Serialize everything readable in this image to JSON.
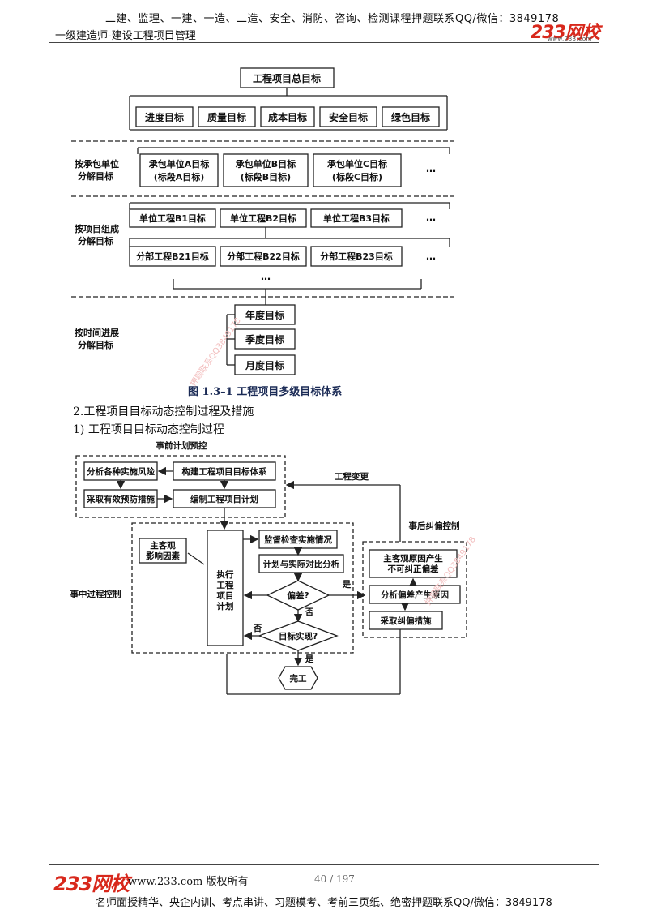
{
  "header": {
    "promo": "二建、监理、一建、一造、二造、安全、消防、咨询、检测课程押题联系QQ/微信：3849178",
    "subtitle": "一级建造师-建设工程项目管理",
    "logo": "233网校",
    "logo_url": "www.233.com"
  },
  "figure1": {
    "top": "工程项目总目标",
    "row1": [
      "进度目标",
      "质量目标",
      "成本目标",
      "安全目标",
      "绿色目标"
    ],
    "side1": [
      "按承包单位",
      "分解目标"
    ],
    "row2": [
      [
        "承包单位A目标",
        "(标段A目标)"
      ],
      [
        "承包单位B目标",
        "(标段B目标)"
      ],
      [
        "承包单位C目标",
        "(标段C目标)"
      ]
    ],
    "side2": [
      "按项目组成",
      "分解目标"
    ],
    "row3": [
      "单位工程B1目标",
      "单位工程B2目标",
      "单位工程B3目标"
    ],
    "row4": [
      "分部工程B21目标",
      "分部工程B22目标",
      "分部工程B23目标"
    ],
    "side3": [
      "按时间进展",
      "分解目标"
    ],
    "row5": [
      "年度目标",
      "季度目标",
      "月度目标"
    ],
    "ellipsis": "…",
    "caption": "图 1.3–1   工程项目多级目标体系"
  },
  "section": {
    "heading": "2.工程项目目标动态控制过程及措施",
    "subheading": "1) 工程项目目标动态控制过程"
  },
  "figure2": {
    "group_pre": "事前计划预控",
    "analyze_risk": "分析各种实施风险",
    "build_system": "构建工程项目目标体系",
    "prevent": "采取有效预防措施",
    "make_plan": "编制工程项目计划",
    "change": "工程变更",
    "group_post": "事后纠偏控制",
    "factors": [
      "主客观",
      "影响因素"
    ],
    "execute": [
      "执行",
      "工程",
      "项目",
      "计划"
    ],
    "monitor": "监督检查实施情况",
    "compare": "计划与实际对比分析",
    "deviation": "偏差?",
    "yes": "是",
    "no": "否",
    "goal": "目标实现?",
    "done": "完工",
    "group_mid": "事中过程控制",
    "uncorrectable": [
      "主客观原因产生",
      "不可纠正偏差"
    ],
    "analyze_cause": "分析偏差产生原因",
    "correct": "采取纠偏措施"
  },
  "watermark": "押题联系QQ3849178",
  "footer": {
    "logo": "233网校",
    "url": "www.233.com 版权所有",
    "page": "40 / 197",
    "promo": "名师面授精华、央企内训、考点串讲、习题模考、考前三页纸、绝密押题联系QQ/微信：3849178"
  },
  "colors": {
    "logo_red": "#d8281c",
    "caption_blue": "#1a2a55"
  }
}
